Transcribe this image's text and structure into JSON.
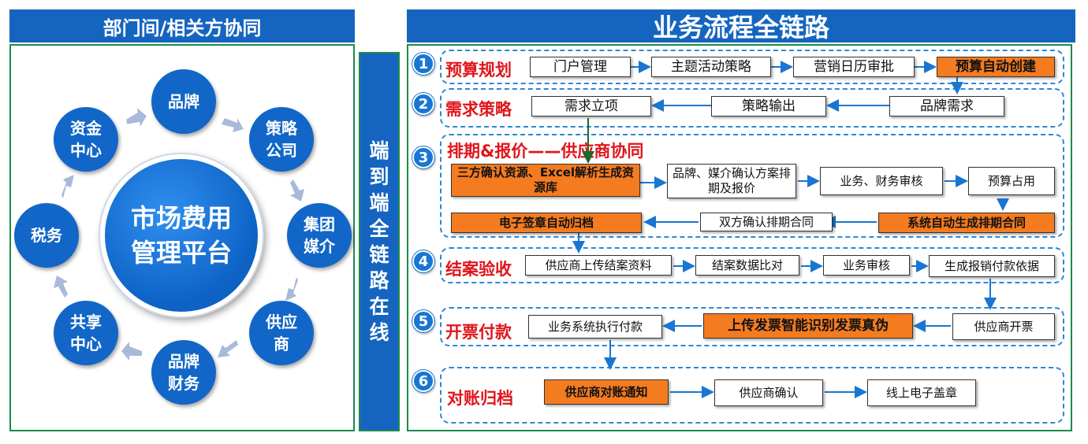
{
  "left": {
    "header": "部门间/相关方协同",
    "center": "市场费用管理平台",
    "nodes": [
      "品牌",
      "策略公司",
      "集团媒介",
      "供应商",
      "品牌财务",
      "共享中心",
      "税务",
      "资金中心"
    ]
  },
  "middle": {
    "label": "端到端全链路在线"
  },
  "right": {
    "header": "业务流程全链路",
    "stages": [
      {
        "num": "1",
        "name": "预算规划",
        "boxes": [
          "门户管理",
          "主题活动策略",
          "营销日历审批",
          "预算自动创建"
        ]
      },
      {
        "num": "2",
        "name": "需求策略",
        "boxes": [
          "需求立项",
          "策略输出",
          "品牌需求"
        ]
      },
      {
        "num": "3",
        "name": "排期&报价——供应商协同",
        "boxes": [
          "三方确认资源、Excel解析生成资源库",
          "品牌、媒介确认方案排期及报价",
          "业务、财务审核",
          "预算占用",
          "电子签章自动归档",
          "双方确认排期合同",
          "系统自动生成排期合同"
        ]
      },
      {
        "num": "4",
        "name": "结案验收",
        "boxes": [
          "供应商上传结案资料",
          "结案数据比对",
          "业务审核",
          "生成报销付款依据"
        ]
      },
      {
        "num": "5",
        "name": "开票付款",
        "boxes": [
          "业务系统执行付款",
          "上传发票智能识别发票真伪",
          "供应商开票"
        ]
      },
      {
        "num": "6",
        "name": "对账归档",
        "boxes": [
          "供应商对账通知",
          "供应商确认",
          "线上电子盖章"
        ]
      }
    ]
  },
  "colors": {
    "blue": "#1565c0",
    "orange": "#f47b20",
    "red": "#e0151b",
    "green": "#1b8a4c"
  }
}
